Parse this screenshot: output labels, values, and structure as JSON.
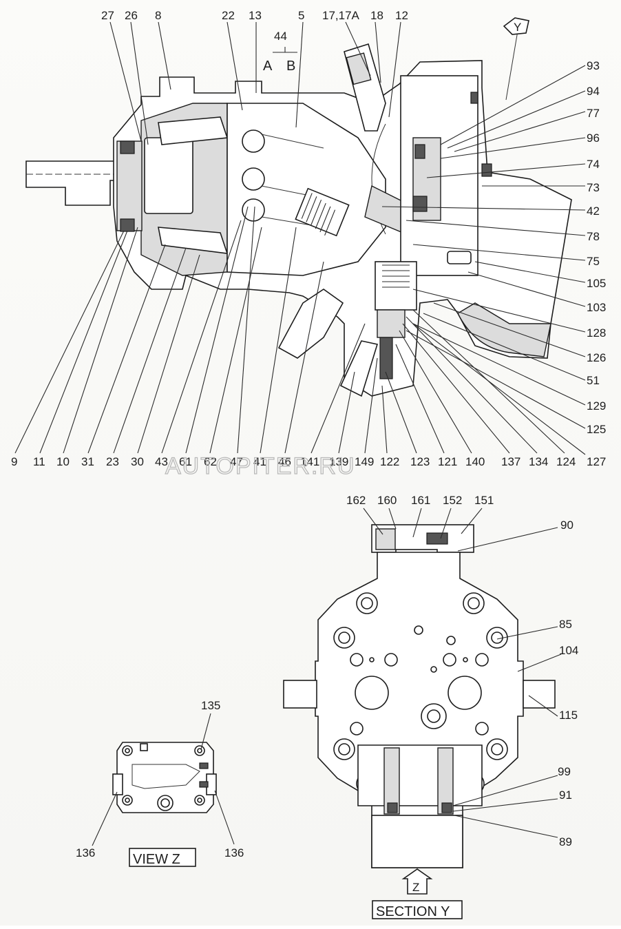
{
  "watermark": "AUTOPITER.RU",
  "top_view": {
    "labels_top": [
      "27",
      "26",
      "8",
      "22",
      "13",
      "5",
      "17,17A",
      "18",
      "12"
    ],
    "label_44": "44",
    "label_a": "A",
    "label_b": "B",
    "label_y_view": "Y",
    "labels_right": [
      "93",
      "94",
      "77",
      "96",
      "74",
      "73",
      "42",
      "78",
      "75",
      "105",
      "103",
      "128",
      "126",
      "51",
      "129",
      "125",
      "127"
    ],
    "labels_bottom": [
      "9",
      "11",
      "10",
      "31",
      "23",
      "30",
      "43",
      "61",
      "62",
      "47",
      "41",
      "46",
      "141",
      "139",
      "149",
      "122",
      "123",
      "121",
      "140",
      "137",
      "134",
      "124"
    ]
  },
  "section_y": {
    "labels": [
      "162",
      "160",
      "161",
      "152",
      "151",
      "90",
      "85",
      "104",
      "115",
      "99",
      "91",
      "89"
    ],
    "label_z": "Z",
    "caption": "SECTION Y"
  },
  "view_z": {
    "labels": [
      "135",
      "136",
      "136"
    ],
    "caption": "VIEW Z"
  }
}
